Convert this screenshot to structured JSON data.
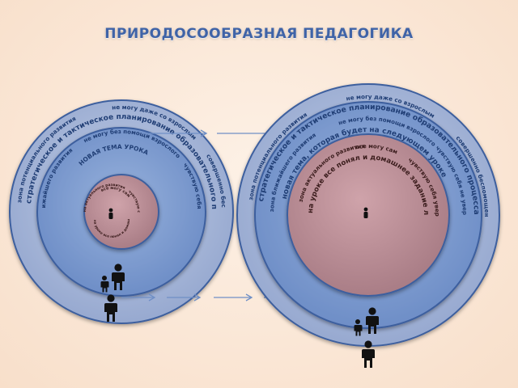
{
  "title": "ПРИРОДОСООБРАЗНАЯ ПЕДАГОГИКА",
  "left_diagram": {
    "outer_ring": {
      "zone_label": "зона потенциального развития",
      "cant_label": "не могу даже со взрослым",
      "helpless_label": "совершенно беспомощен",
      "plan_label": "стратегическое и тактическое планирование образовательного процесса"
    },
    "middle_ring": {
      "zone_label": "зона ближайшего развития",
      "help_label": "не могу без помощи взрослого",
      "topic_label": "НОВАЯ ТЕМА УРОКА",
      "unsure_label": "чувствую себя неуверенно"
    },
    "inner_circle": {
      "zone_label": "зона актуального развития",
      "self_label": "все могу сам",
      "confident_label": "чувствую себя уверенно",
      "lesson_label": "на уроке все понял и домашнее задание легко делаю сам"
    }
  },
  "right_diagram": {
    "outer_ring": {
      "zone_label": "зона потенциального развития",
      "cant_label": "не могу даже со взрослым",
      "helpless_label": "совершенно беспомощен",
      "plan_label": "стратегическое и тактическое планирование образовательного процесса"
    },
    "middle_ring": {
      "zone_label": "зона ближайшего развития",
      "help_label": "не могу без помощи взрослого",
      "topic_label": "новая тема, которая будет на следующем уроке",
      "unsure_label": "чувствую себя не уверенно"
    },
    "inner_circle": {
      "zone_label": "зона актуального развития",
      "self_label": "все могу сам",
      "confident_label": "чувствую себя уверенно",
      "lesson_label": "на уроке все понял и домашнее задание легко делаю сам"
    }
  },
  "colors": {
    "outer": "#a9b8d8",
    "middle": "#7f9ccb",
    "inner": "#b78a93",
    "stroke": "#3d5f9e",
    "arrow": "#6f8fc6"
  }
}
